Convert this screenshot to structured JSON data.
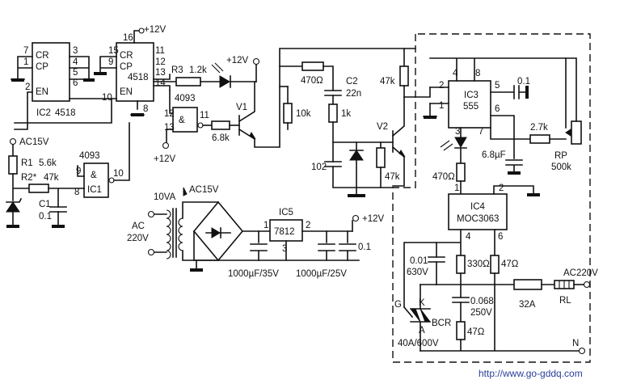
{
  "labels": {
    "ic2_pins_left": [
      "7",
      "1",
      "2"
    ],
    "ic2_cr": "CR",
    "ic2_cp": "CP",
    "ic2_en": "EN",
    "ic2_pins_right": [
      "3",
      "4",
      "5",
      "6"
    ],
    "ic2_pin10": "10",
    "ic2_name": "IC2",
    "ic2_part": "4518",
    "ic1b_pins_left": [
      "15",
      "9"
    ],
    "ic1b_pin16": "16",
    "ic1b_cr": "CR",
    "ic1b_cp": "CP",
    "ic1b_part": "4518",
    "ic1b_en": "EN",
    "ic1b_pins_right": [
      "11",
      "12",
      "13",
      "14"
    ],
    "ic1b_pin8": "8",
    "vcc_top": "+12V",
    "r3": "R3",
    "r3_val": "1.2k",
    "led_vcc": "+12V",
    "gate_top_part": "4093",
    "gate_top_pins": [
      "12",
      "13",
      "11"
    ],
    "gate_top_sym": "&",
    "r_68k": "6.8k",
    "gate_top_vcc": "+12V",
    "v1": "V1",
    "r_470": "470Ω",
    "c2": "C2",
    "c2_val": "22n",
    "r_10k": "10k",
    "r_1k": "1k",
    "c_102": "102",
    "v2": "V2",
    "r_47k_top": "47k",
    "r_47k_v2": "47k",
    "ac15v_left": "AC15V",
    "r1": "R1",
    "r1_val": "5.6k",
    "r2": "R2*",
    "r2_val": "47k",
    "c1": "C1",
    "c1_val": "0.1",
    "gate_ic1_part": "4093",
    "gate_ic1_sym": "&",
    "gate_ic1_name": "IC1",
    "gate_ic1_pins": [
      "9",
      "8",
      "10"
    ],
    "tr_va": "10VA",
    "tr_ac15v": "AC15V",
    "ac_in": "AC",
    "ac_in_v": "220V",
    "ic5": "IC5",
    "ic5_part": "7812",
    "ic5_pins": [
      "1",
      "2",
      "3"
    ],
    "ps_out": "+12V",
    "c_ps1": "1000µF/35V",
    "c_ps2": "1000µF/25V",
    "c_ps3": "0.1",
    "ic3_pins": [
      "4",
      "8",
      "2",
      "1",
      "5",
      "6",
      "3",
      "7"
    ],
    "ic3_name": "IC3",
    "ic3_part": "555",
    "c_01": "0.1",
    "r_27k": "2.7k",
    "c_68u": "6.8µF",
    "rp": "RP",
    "rp_val": "500k",
    "r_led": "470Ω",
    "ic4_pins": [
      "1",
      "2",
      "4",
      "6"
    ],
    "ic4_name": "IC4",
    "ic4_part": "MOC3063",
    "c_snub1": "0.01",
    "c_snub1_v": "630V",
    "r_330": "330Ω",
    "r_47_a": "47Ω",
    "ac220_out": "AC220V",
    "fuse": "32A",
    "rl": "RL",
    "c_snub2": "0.068",
    "c_snub2_v": "250V",
    "r_47_b": "47Ω",
    "g": "G",
    "k": "K",
    "a": "A",
    "bcr": "BCR",
    "bcr_val": "40A/600V",
    "n": "N",
    "watermark": "http://www.go-gddq.com"
  }
}
